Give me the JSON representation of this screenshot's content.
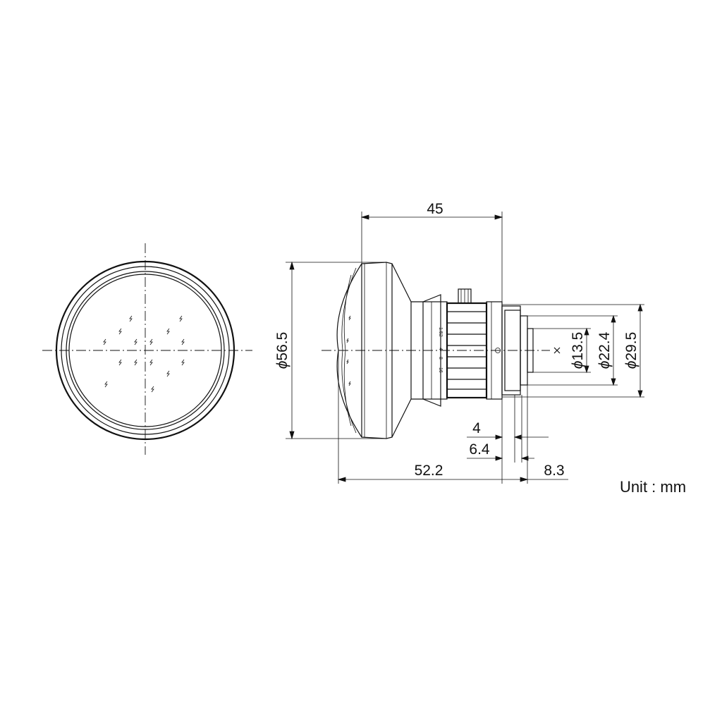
{
  "dimensions": {
    "overall_length": "45",
    "front_diameter_symbol": "ϕ",
    "front_diameter": "56.5",
    "mount_inner_symbol": "ϕ",
    "mount_inner": "13.5",
    "mount_mid_symbol": "ϕ",
    "mount_mid": "22.4",
    "mount_outer_symbol": "ϕ",
    "mount_outer": "29.5",
    "flange_a": "4",
    "flange_b": "6.4",
    "total_length": "52.2",
    "back_protrusion": "8.3"
  },
  "ring_scale": [
    "1.52",
    "4",
    "8",
    "16"
  ],
  "unit_label": "Unit : mm",
  "colors": {
    "line": "#111111",
    "background": "#ffffff"
  }
}
